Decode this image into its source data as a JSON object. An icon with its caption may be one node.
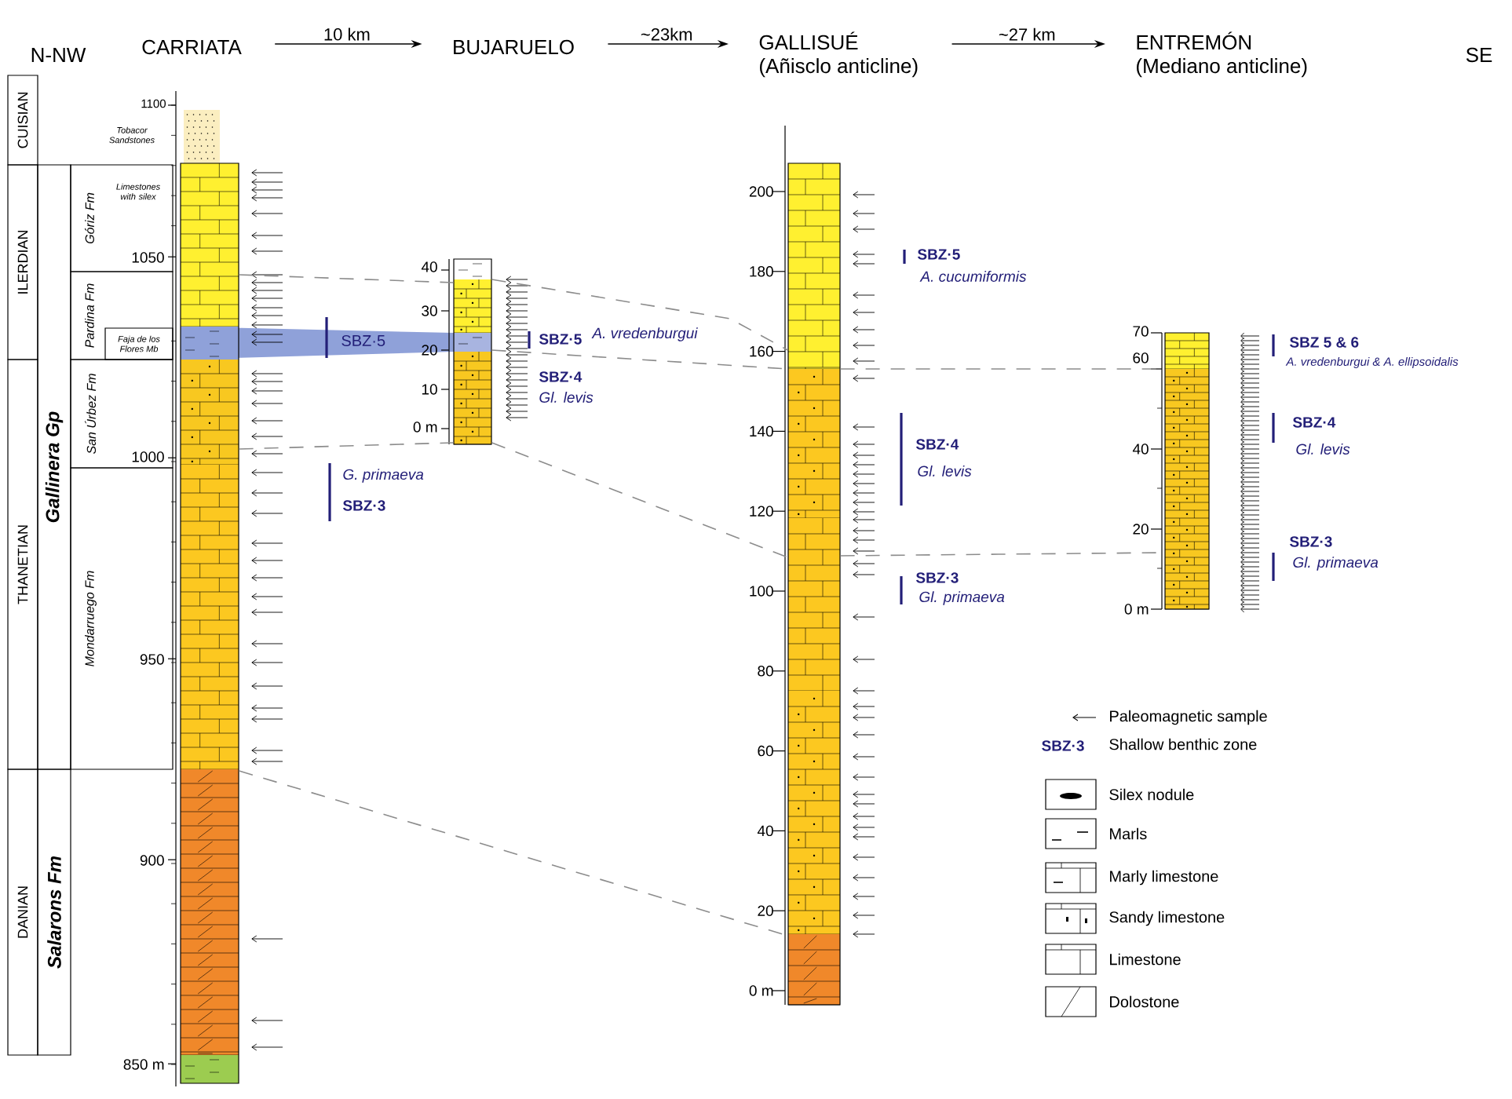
{
  "diagram": {
    "nodes": [
      {
        "text": [
          "CARRIATA"
        ]
      },
      {
        "text": [
          "BUJARUELO"
        ]
      },
      {
        "text": [
          "GALLISUÉ",
          "(Añisclo anticline)"
        ]
      },
      {
        "text": [
          "ENTREMÓN",
          "(Mediano anticline)"
        ]
      },
      {
        "text": [
          "CUISIAN"
        ]
      },
      {
        "text": [
          "ILERDIAN"
        ]
      },
      {
        "text": [
          "THANETIAN"
        ]
      },
      {
        "text": [
          "DANIAN"
        ]
      },
      {
        "text": [
          "Gallinera Gp"
        ]
      },
      {
        "text": [
          "Salarons Fm"
        ]
      },
      {
        "text": [
          "Góriz Fm"
        ]
      },
      {
        "text": [
          "Pardina Fm"
        ]
      },
      {
        "text": [
          "Faja de los Flores Mb"
        ],
        "in": 11
      },
      {
        "text": [
          "San Úrbez Fm"
        ]
      },
      {
        "text": [
          "Mondarruego Fm"
        ]
      },
      {
        "text": [],
        "shape": "bar"
      },
      {
        "text": [],
        "shape": "bar"
      },
      {
        "text": [],
        "shape": "bar"
      },
      {
        "text": [],
        "shape": "bar"
      }
    ],
    "edges": [
      {
        "from": 0,
        "to": 1,
        "arrow": "to",
        "label": "10 km",
        "color": "#000000"
      },
      {
        "from": 1,
        "to": 2,
        "arrow": "to",
        "label": "~23km",
        "color": "#000000"
      },
      {
        "from": 2,
        "to": 3,
        "arrow": "to",
        "label": "~27 km",
        "color": "#000000"
      },
      {
        "from": 15,
        "to": 16,
        "arrow": "none",
        "style": "dashed"
      },
      {
        "from": 16,
        "to": 17,
        "arrow": "none",
        "style": "dashed"
      },
      {
        "from": 16,
        "to": 17,
        "arrow": "none",
        "style": "dashed"
      },
      {
        "from": 17,
        "to": 18,
        "arrow": "none",
        "style": "dashed"
      },
      {
        "from": 15,
        "to": 16,
        "arrow": "none",
        "style": "dashed"
      },
      {
        "from": 16,
        "to": 17,
        "arrow": "none",
        "style": "dashed"
      },
      {
        "from": 17,
        "to": 18,
        "arrow": "none",
        "style": "dashed"
      },
      {
        "from": 15,
        "to": 17,
        "arrow": "none",
        "style": "dashed"
      }
    ],
    "labels": [
      "N-NW",
      "SE",
      "1100",
      "Tobacor Sandstones",
      "Limestones with silex",
      "1050",
      "1000",
      "950",
      "900",
      "850 m",
      "SBZ·5",
      "G. primaeva",
      "SBZ·3",
      "40",
      "30",
      "20",
      "10",
      "0 m",
      "SBZ·5",
      "A. vredenburgui",
      "SBZ·4",
      "Gl. levis",
      "200",
      "180",
      "160",
      "140",
      "120",
      "100",
      "80",
      "60",
      "40",
      "20",
      "0 m",
      "SBZ·5",
      "A. cucumiformis",
      "SBZ·4",
      "Gl. levis",
      "SBZ·3",
      "Gl. primaeva",
      "70",
      "60",
      "40",
      "20",
      "0 m",
      "SBZ 5 & 6",
      "A. vredenburgui & A. ellipsoidalis",
      "SBZ·4",
      "Gl. levis",
      "SBZ·3",
      "Gl. primaeva",
      "SBZ·3"
    ],
    "legend": [
      {
        "text": "Paleomagnetic sample"
      },
      {
        "text": "Shallow benthic zone"
      },
      {
        "text": "Silex nodule"
      },
      {
        "text": "Marls"
      },
      {
        "text": "Marly limestone"
      },
      {
        "text": "Sandy limestone"
      },
      {
        "text": "Limestone"
      },
      {
        "text": "Dolostone"
      }
    ]
  }
}
